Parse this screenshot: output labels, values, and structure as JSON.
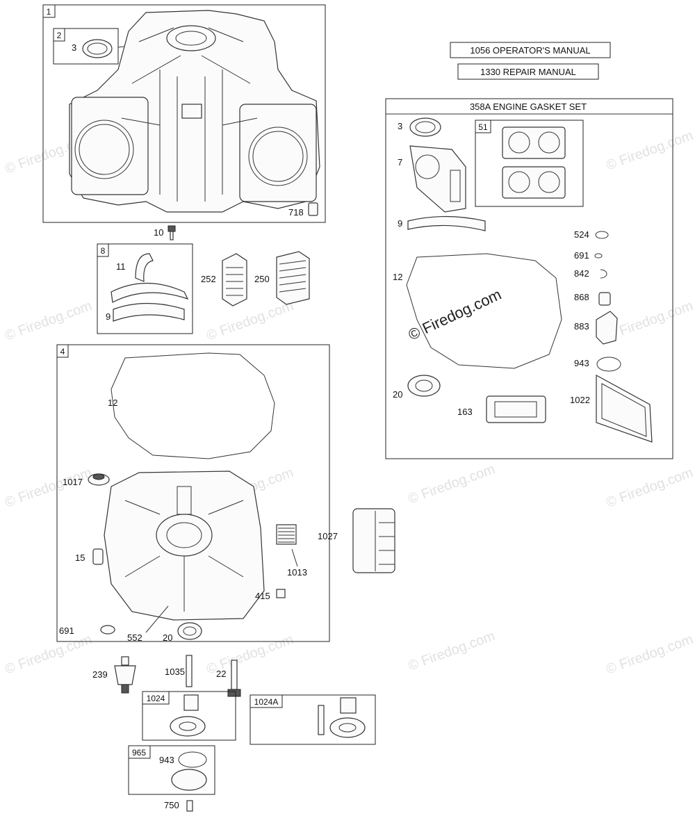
{
  "manuals": {
    "operators": "1056 OPERATOR'S MANUAL",
    "repair": "1330 REPAIR MANUAL"
  },
  "gasket_set": {
    "title": "358A ENGINE GASKET SET"
  },
  "watermark": "© Firedog.com",
  "group_tabs": {
    "g1": "1",
    "g2": "2",
    "g8": "8",
    "g4": "4",
    "g51": "51",
    "g1024": "1024",
    "g1024a": "1024A",
    "g965": "965"
  },
  "labels": {
    "p3a": "3",
    "p718": "718",
    "p10": "10",
    "p11": "11",
    "p9a": "9",
    "p252": "252",
    "p250": "250",
    "p12a": "12",
    "p1017": "1017",
    "p15": "15",
    "p1027": "1027",
    "p1013": "1013",
    "p415": "415",
    "p691a": "691",
    "p552": "552",
    "p20a": "20",
    "p239": "239",
    "p1035": "1035",
    "p22": "22",
    "p943a": "943",
    "p750": "750",
    "g3": "3",
    "g7": "7",
    "g9": "9",
    "g524": "524",
    "g691": "691",
    "g842": "842",
    "g12": "12",
    "g868": "868",
    "g883": "883",
    "g943": "943",
    "g20": "20",
    "g163": "163",
    "g1022": "1022"
  }
}
